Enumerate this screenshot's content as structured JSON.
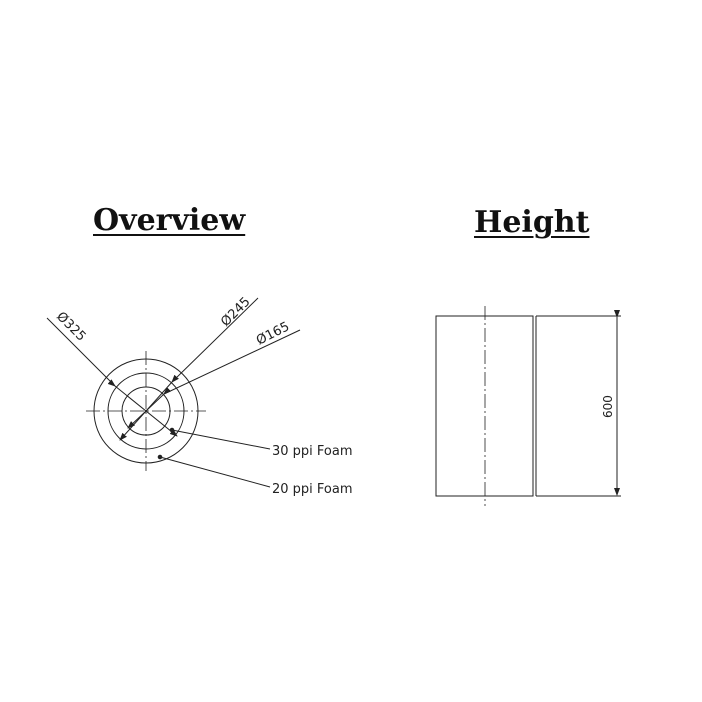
{
  "overview": {
    "title": "Overview",
    "dims": {
      "outer": "Ø325",
      "middle": "Ø245",
      "inner": "Ø165"
    },
    "labels": {
      "foam_inner": "30 ppi Foam",
      "foam_outer": "20 ppi Foam"
    }
  },
  "height_view": {
    "title": "Height",
    "dim": "600"
  },
  "colors": {
    "line": "#222222"
  }
}
